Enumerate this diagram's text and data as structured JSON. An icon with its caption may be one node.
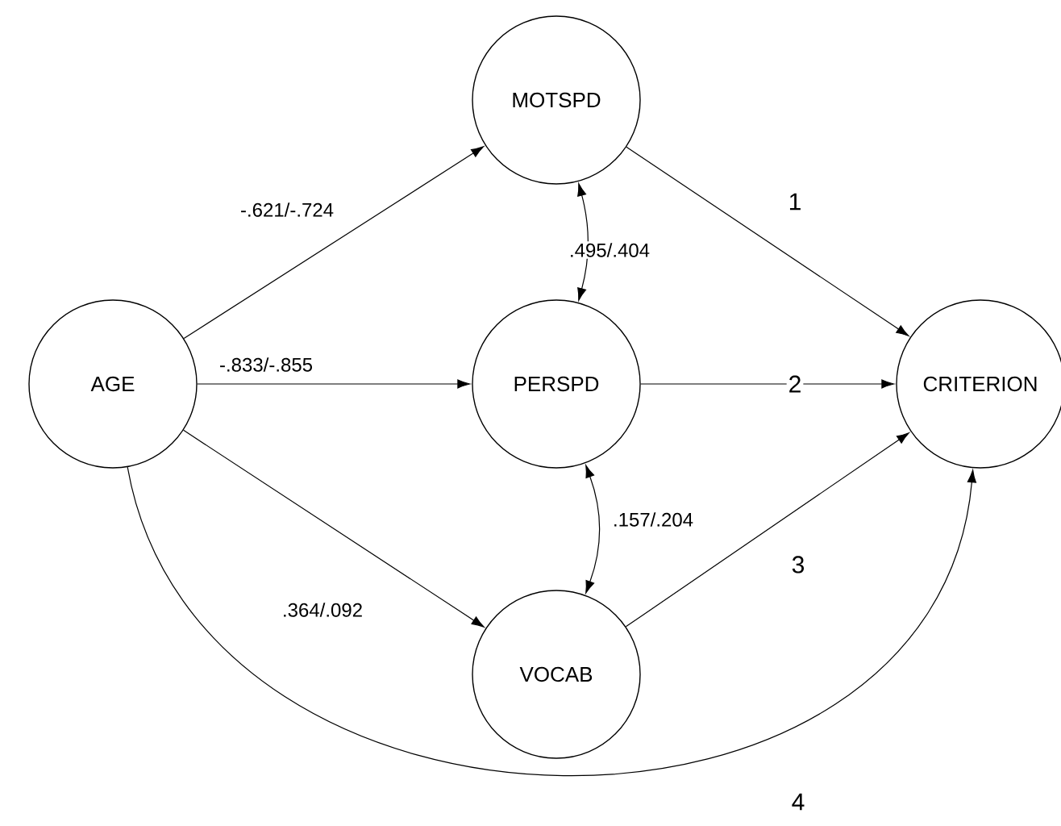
{
  "diagram": {
    "nodes": [
      {
        "text": [
          "AGE"
        ]
      },
      {
        "text": [
          "MOTSPD"
        ]
      },
      {
        "text": [
          "PERSPD"
        ]
      },
      {
        "text": [
          "VOCAB"
        ]
      },
      {
        "text": [
          "CRITERION"
        ]
      }
    ],
    "edges": [
      {
        "from": 0,
        "to": 1,
        "arrow": "to",
        "label": "-.621/-.724"
      },
      {
        "from": 0,
        "to": 2,
        "arrow": "to",
        "label": "-.833/-.855"
      },
      {
        "from": 0,
        "to": 3,
        "arrow": "to",
        "label": ".364/.092"
      },
      {
        "from": 1,
        "to": 2,
        "arrow": "both",
        "label": ".495/.404"
      },
      {
        "from": 2,
        "to": 3,
        "arrow": "both",
        "label": ".157/.204"
      },
      {
        "from": 1,
        "to": 4,
        "arrow": "to",
        "label": "1"
      },
      {
        "from": 2,
        "to": 4,
        "arrow": "to",
        "label": "2"
      },
      {
        "from": 3,
        "to": 4,
        "arrow": "to",
        "label": "3"
      },
      {
        "from": 0,
        "to": 4,
        "arrow": "to",
        "label": "4"
      }
    ]
  }
}
